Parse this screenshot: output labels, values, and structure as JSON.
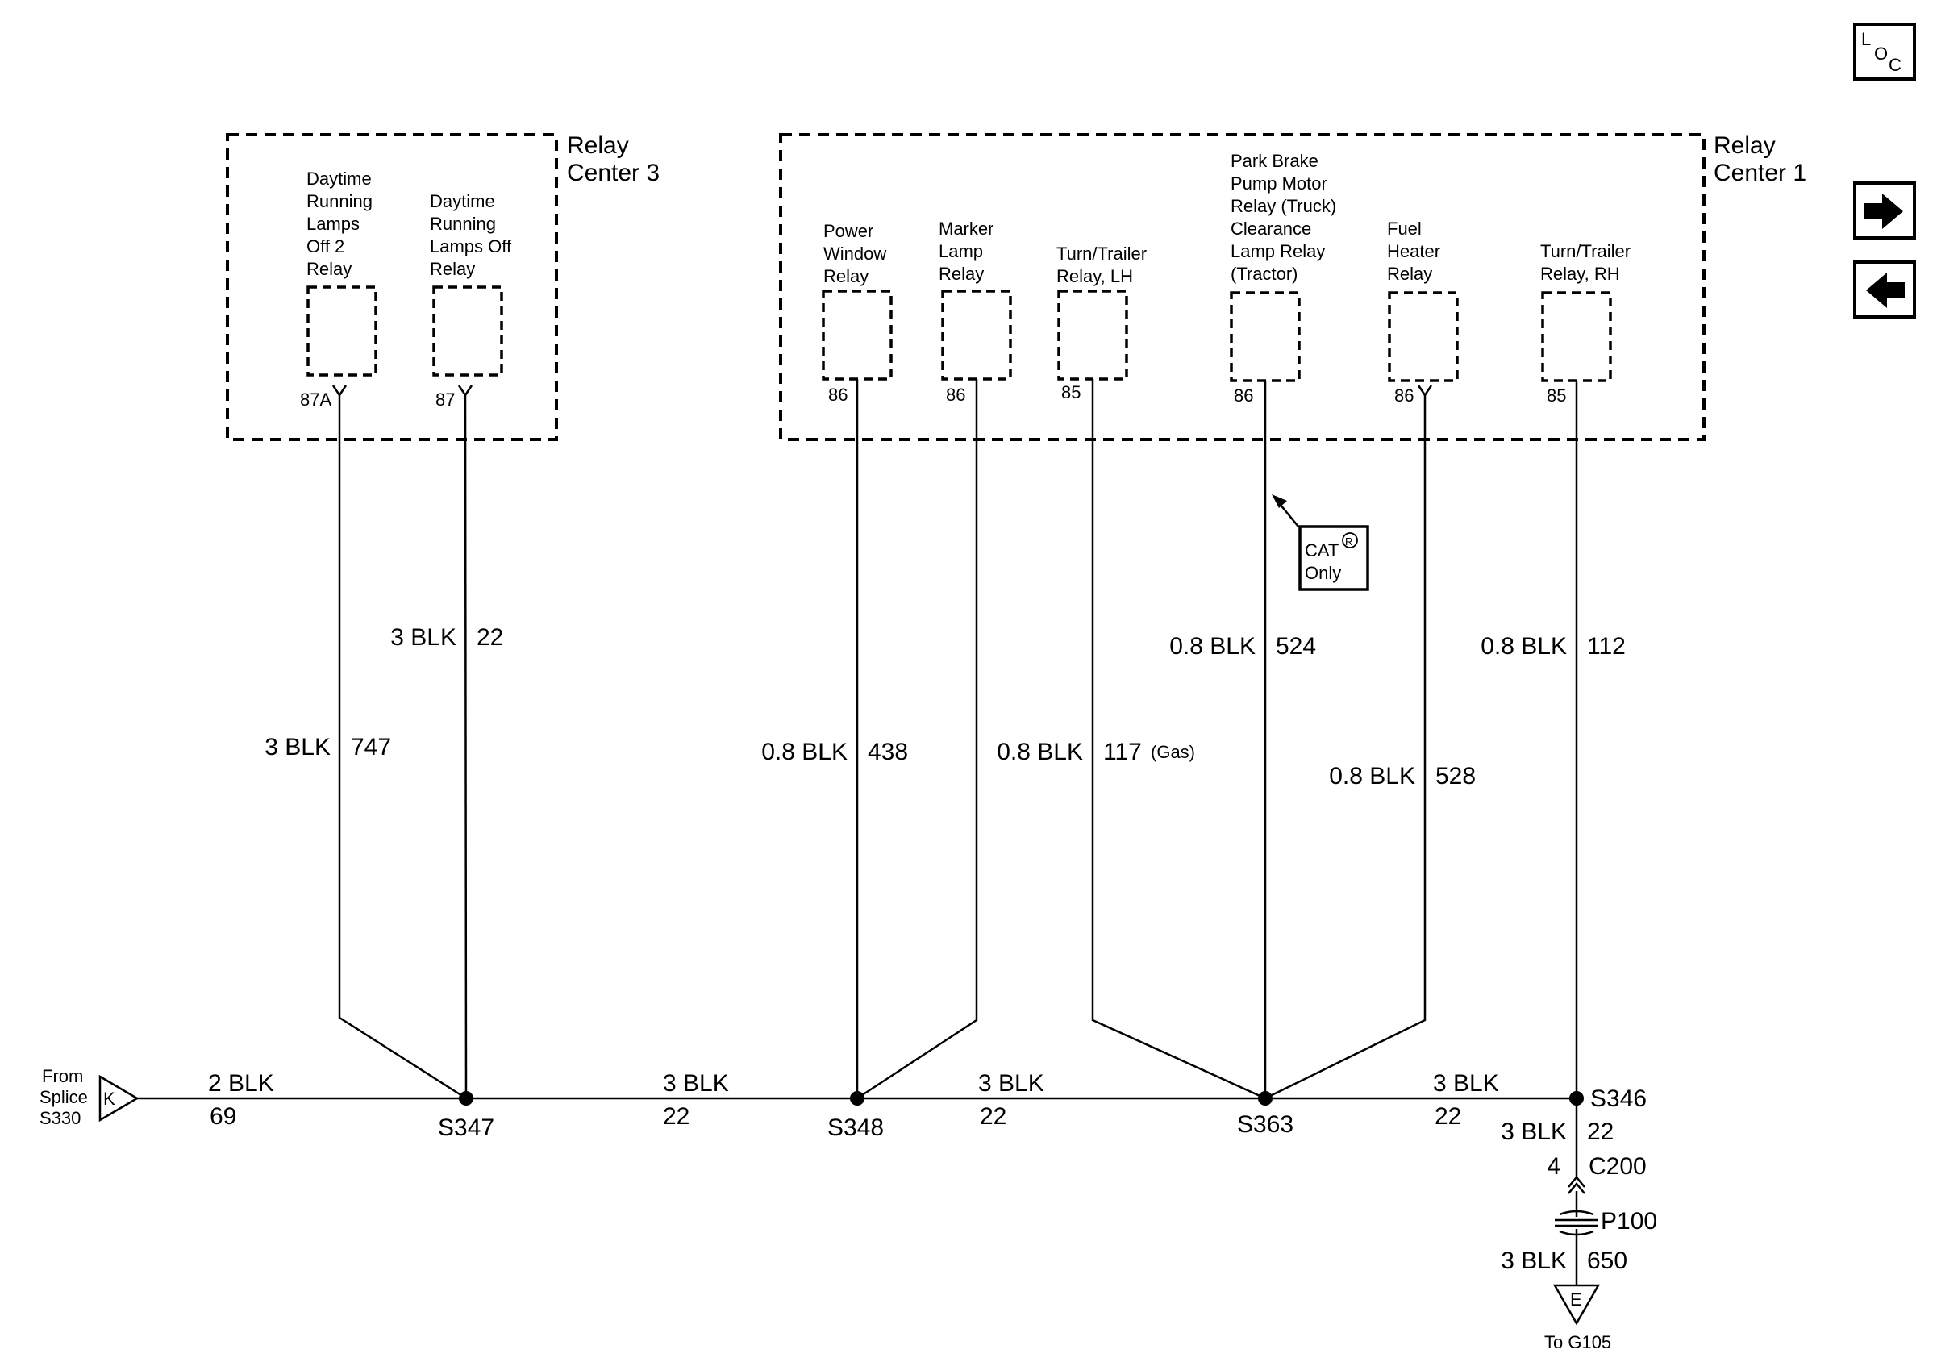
{
  "nav": {
    "loc_top": "L",
    "loc_mid": "O",
    "loc_bot": "C",
    "next_icon": "arrow-right-icon",
    "prev_icon": "arrow-left-icon"
  },
  "relay_centers": {
    "rc3": {
      "line1": "Relay",
      "line2": "Center 3"
    },
    "rc1": {
      "line1": "Relay",
      "line2": "Center 1"
    }
  },
  "relays": [
    {
      "lines": [
        "Daytime",
        "Running",
        "Lamps",
        "Off 2",
        "Relay"
      ],
      "pin": "87A"
    },
    {
      "lines": [
        "Daytime",
        "Running",
        "Lamps Off",
        "Relay"
      ],
      "pin": "87"
    },
    {
      "lines": [
        "Power",
        "Window",
        "Relay"
      ],
      "pin": "86"
    },
    {
      "lines": [
        "Marker",
        "Lamp",
        "Relay"
      ],
      "pin": "86"
    },
    {
      "lines": [
        "Turn/Trailer",
        "Relay, LH"
      ],
      "pin": "85"
    },
    {
      "lines": [
        "Park Brake",
        "Pump Motor",
        "Relay (Truck)",
        "Clearance",
        "Lamp Relay",
        "(Tractor)"
      ],
      "pin": "86"
    },
    {
      "lines": [
        "Fuel",
        "Heater",
        "Relay"
      ],
      "pin": "86"
    },
    {
      "lines": [
        "Turn/Trailer",
        "Relay, RH"
      ],
      "pin": "85"
    }
  ],
  "wires": [
    {
      "gauge": "3 BLK",
      "circuit": "747"
    },
    {
      "gauge": "3 BLK",
      "circuit": "22"
    },
    {
      "gauge": "0.8 BLK",
      "circuit": "438"
    },
    {
      "gauge": "0.8 BLK",
      "circuit": "117",
      "note": "(Gas)"
    },
    {
      "gauge": "0.8 BLK",
      "circuit": "524"
    },
    {
      "gauge": "0.8 BLK",
      "circuit": "528"
    },
    {
      "gauge": "0.8 BLK",
      "circuit": "112"
    }
  ],
  "bus": [
    {
      "gauge": "2 BLK",
      "circuit": "69"
    },
    {
      "gauge": "3 BLK",
      "circuit": "22"
    },
    {
      "gauge": "3 BLK",
      "circuit": "22"
    },
    {
      "gauge": "3 BLK",
      "circuit": "22"
    }
  ],
  "splices": [
    "S347",
    "S348",
    "S363",
    "S346"
  ],
  "from_splice": {
    "line1": "From",
    "line2": "Splice",
    "line3": "S330",
    "connector": "K"
  },
  "cat_note": {
    "line1": "CAT",
    "mark": "R",
    "line2": "Only"
  },
  "ground_run": {
    "gauge1": "3 BLK",
    "circuit1": "22",
    "pin": "4",
    "connector": "C200",
    "passthrough": "P100",
    "gauge2": "3 BLK",
    "circuit2": "650",
    "ground_letter": "E",
    "ground_label": "To G105"
  }
}
